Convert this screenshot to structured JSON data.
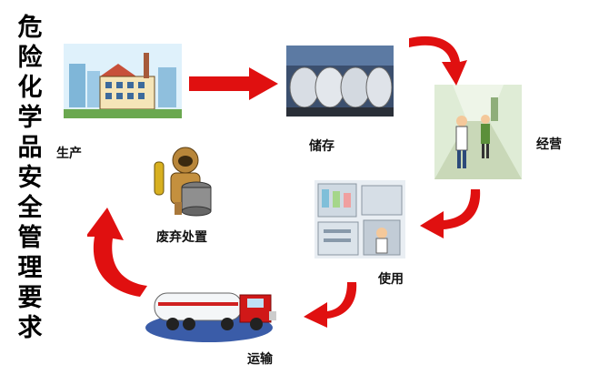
{
  "title": "危险化学品安全管理要求",
  "stages": {
    "production": "生产",
    "storage": "储存",
    "operation": "经营",
    "usage": "使用",
    "transport": "运输",
    "disposal": "废弃处置"
  },
  "colors": {
    "arrow": "#e01010",
    "arrow_dark": "#a00000"
  }
}
